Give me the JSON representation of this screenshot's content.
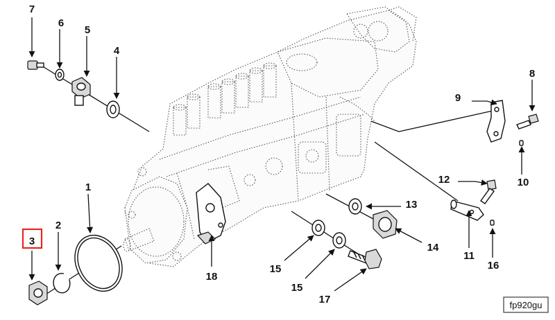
{
  "diagram": {
    "callouts": {
      "c1": "1",
      "c2": "2",
      "c3": "3",
      "c4": "4",
      "c5": "5",
      "c6": "6",
      "c7": "7",
      "c8": "8",
      "c9": "9",
      "c10": "10",
      "c11": "11",
      "c12": "12",
      "c13": "13",
      "c14": "14",
      "c15a": "15",
      "c15b": "15",
      "c16": "16",
      "c17": "17",
      "c18": "18"
    },
    "highlighted_callout": "3",
    "highlight_color": "#e8261f",
    "figure_reference": "fp920gu"
  }
}
